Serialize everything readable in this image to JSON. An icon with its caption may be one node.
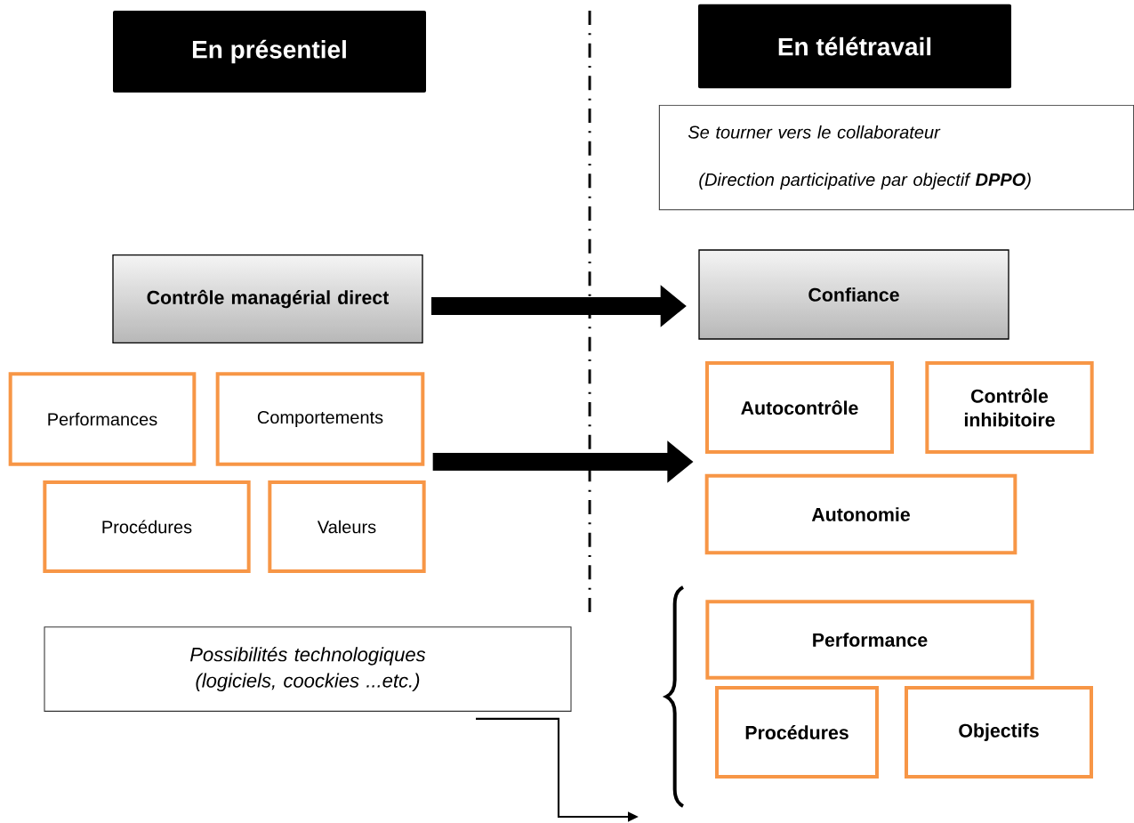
{
  "diagram": {
    "nodes": [
      {
        "text": [
          "En présentiel"
        ]
      },
      {
        "text": [
          "En télétravail"
        ]
      },
      {
        "text": [
          "Se tourner vers le collaborateur",
          "(Direction participative par objectif **DPPO**)"
        ]
      },
      {
        "text": [
          "Contrôle managérial direct"
        ]
      },
      {
        "text": [
          "Confiance"
        ]
      },
      {
        "text": [
          "Performances"
        ]
      },
      {
        "text": [
          "Comportements"
        ]
      },
      {
        "text": [
          "Procédures"
        ]
      },
      {
        "text": [
          "Valeurs"
        ]
      },
      {
        "text": [
          "Autocontrôle"
        ]
      },
      {
        "text": [
          "Contrôle inhibitoire"
        ]
      },
      {
        "text": [
          "Autonomie"
        ]
      },
      {
        "text": [
          "Possibilités technologiques (logiciels, coockies ...etc.)"
        ]
      },
      {
        "text": [
          "Performance"
        ]
      },
      {
        "text": [
          "Procédures"
        ]
      },
      {
        "text": [
          "Objectifs"
        ]
      }
    ],
    "edges": [
      {
        "from": 3,
        "to": 4,
        "arrow": "to"
      },
      {
        "from": 6,
        "to": 9,
        "arrow": "to"
      },
      {
        "from": 12,
        "to": null,
        "arrow": "to"
      }
    ]
  }
}
